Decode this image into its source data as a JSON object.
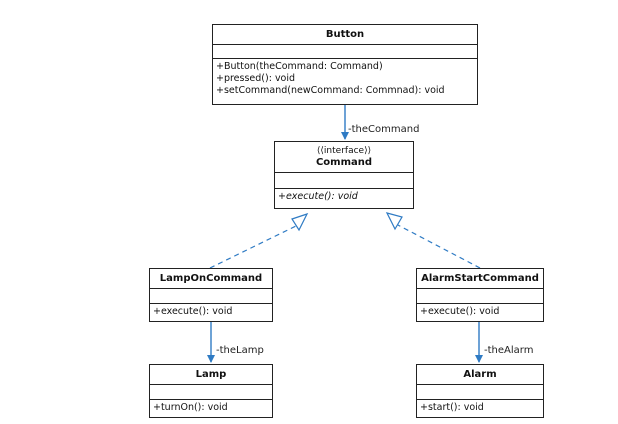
{
  "colors": {
    "association": "#2f7bc4",
    "realization": "#2f7bc4",
    "border": "#222222"
  },
  "classes": {
    "button": {
      "name": "Button",
      "operations": [
        "+Button(theCommand: Command)",
        "+pressed(): void",
        "+setCommand(newCommand: Commnad): void"
      ]
    },
    "command": {
      "stereotype": "⟨⟨interface⟩⟩",
      "name": "Command",
      "operations": [
        "+execute(): void"
      ]
    },
    "lamp_on_command": {
      "name": "LampOnCommand",
      "operations": [
        "+execute(): void"
      ]
    },
    "alarm_start_command": {
      "name": "AlarmStartCommand",
      "operations": [
        "+execute(): void"
      ]
    },
    "lamp": {
      "name": "Lamp",
      "operations": [
        "+turnOn(): void"
      ]
    },
    "alarm": {
      "name": "Alarm",
      "operations": [
        "+start(): void"
      ]
    }
  },
  "roles": {
    "the_command": "-theCommand",
    "the_lamp": "-theLamp",
    "the_alarm": "-theAlarm"
  }
}
